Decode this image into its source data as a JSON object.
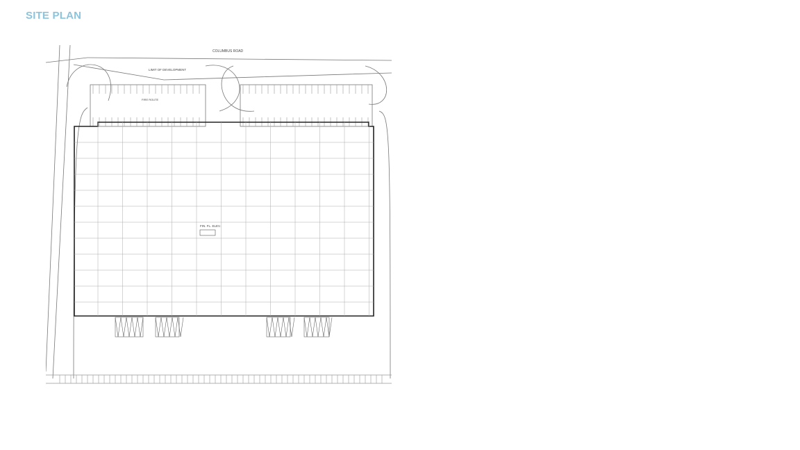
{
  "page": {
    "title": "SITE PLAN",
    "title_color": "#8cc3dd"
  },
  "site_plan": {
    "road_label": "COLUMBUS ROAD",
    "limit_label": "LIMIT OF DEVELOPMENT",
    "fire_route_label": "FIRE ROUTE",
    "elevation_label": "FIN. FL. ELEV."
  }
}
